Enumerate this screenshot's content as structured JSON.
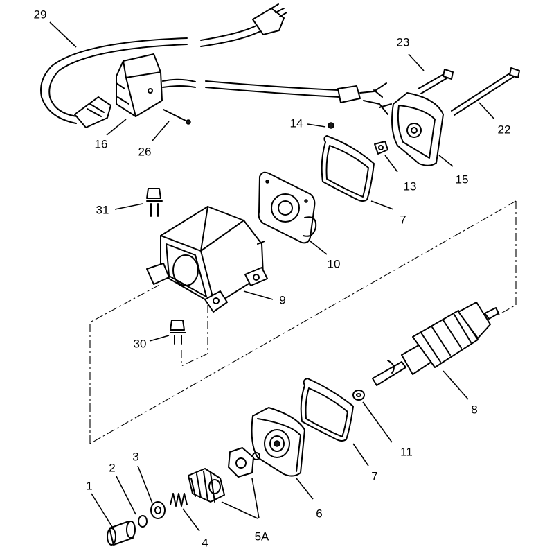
{
  "diagram": {
    "callouts": [
      {
        "id": "c29",
        "label": "29"
      },
      {
        "id": "c23",
        "label": "23"
      },
      {
        "id": "c22",
        "label": "22"
      },
      {
        "id": "c14",
        "label": "14"
      },
      {
        "id": "c16",
        "label": "16"
      },
      {
        "id": "c26",
        "label": "26"
      },
      {
        "id": "c13",
        "label": "13"
      },
      {
        "id": "c15",
        "label": "15"
      },
      {
        "id": "c31",
        "label": "31"
      },
      {
        "id": "c7a",
        "label": "7"
      },
      {
        "id": "c10",
        "label": "10"
      },
      {
        "id": "c9",
        "label": "9"
      },
      {
        "id": "c30",
        "label": "30"
      },
      {
        "id": "c8",
        "label": "8"
      },
      {
        "id": "c11",
        "label": "11"
      },
      {
        "id": "c7b",
        "label": "7"
      },
      {
        "id": "c6",
        "label": "6"
      },
      {
        "id": "c5a",
        "label": "5A"
      },
      {
        "id": "c4",
        "label": "4"
      },
      {
        "id": "c3",
        "label": "3"
      },
      {
        "id": "c2",
        "label": "2"
      },
      {
        "id": "c1",
        "label": "1"
      }
    ]
  }
}
